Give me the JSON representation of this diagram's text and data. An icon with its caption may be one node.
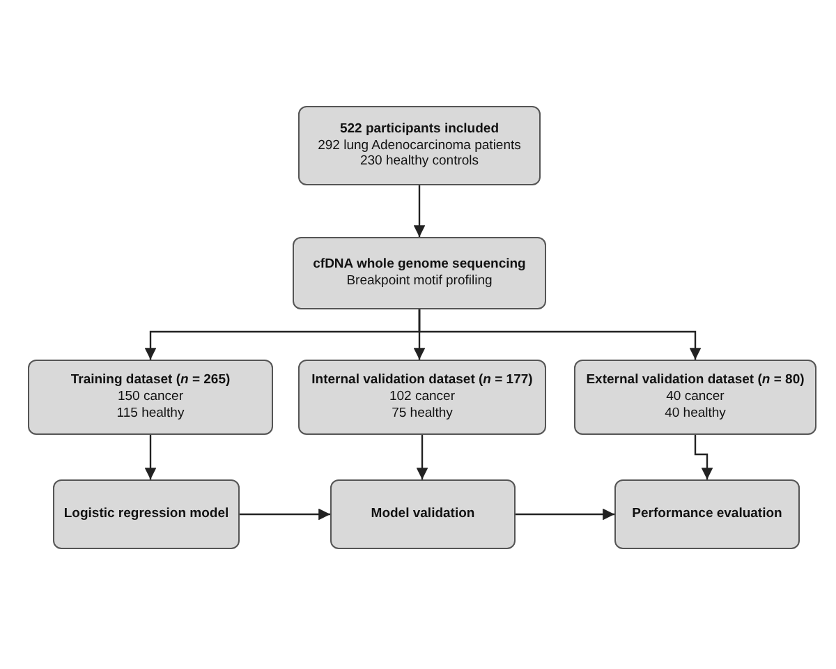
{
  "diagram": {
    "nodes": [
      {
        "text": [
          "522 participants included",
          "292 lung Adenocarcinoma patients",
          "230 healthy controls"
        ]
      },
      {
        "text": [
          "cfDNA whole genome sequencing",
          "Breakpoint motif profiling"
        ]
      },
      {
        "text": [
          "Training dataset (*n* = 265)",
          "150 cancer",
          "115 healthy"
        ]
      },
      {
        "text": [
          "Internal validation dataset (*n* = 177)",
          "102 cancer",
          "75 healthy"
        ]
      },
      {
        "text": [
          "External validation dataset (*n* = 80)",
          "40 cancer",
          "40 healthy"
        ]
      },
      {
        "text": [
          "Logistic regression model"
        ]
      },
      {
        "text": [
          "Model validation"
        ]
      },
      {
        "text": [
          "Performance evaluation"
        ]
      }
    ],
    "edges": [
      {
        "from": 0,
        "to": 1,
        "arrow": "to"
      },
      {
        "from": 1,
        "to": 2,
        "arrow": "to"
      },
      {
        "from": 1,
        "to": 3,
        "arrow": "to"
      },
      {
        "from": 1,
        "to": 4,
        "arrow": "to"
      },
      {
        "from": 2,
        "to": 5,
        "arrow": "to"
      },
      {
        "from": 3,
        "to": 6,
        "arrow": "to"
      },
      {
        "from": 4,
        "to": 7,
        "arrow": "to"
      },
      {
        "from": 5,
        "to": 6,
        "arrow": "to"
      },
      {
        "from": 6,
        "to": 7,
        "arrow": "to"
      }
    ]
  }
}
